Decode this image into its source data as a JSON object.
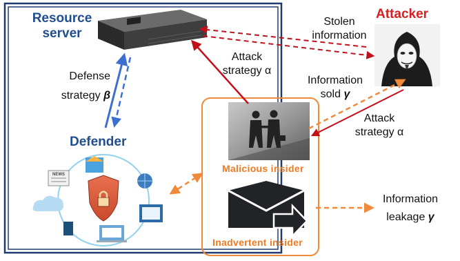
{
  "nodes": {
    "resource_server": {
      "line1": "Resource",
      "line2": "server"
    },
    "attacker": "Attacker",
    "defender": "Defender",
    "malicious_insider": "Malicious insider",
    "inadvertent_insider": "Inadvertent insider"
  },
  "edges": {
    "stolen_info": {
      "line1": "Stolen",
      "line2": "information"
    },
    "attack_top": {
      "line1": "Attack",
      "line2": "strategy α"
    },
    "info_sold": {
      "line1": "Information",
      "line2_text": "sold ",
      "line2_symbol": "γ"
    },
    "attack_right": {
      "line1": "Attack",
      "line2": "strategy α"
    },
    "defense": {
      "line1": "Defense",
      "line2_text": "strategy ",
      "line2_symbol": "β"
    },
    "leakage": {
      "line1": "Information",
      "line2_text": "leakage ",
      "line2_symbol": "γ"
    }
  },
  "icons": {
    "news_label": "NEWS"
  },
  "colors": {
    "frame": "#1f3b6b",
    "defense_arrow": "#3b6fd0",
    "attack_arrow": "#c0101a",
    "info_arrow": "#f0893a",
    "insider_box": "#f0893a"
  }
}
